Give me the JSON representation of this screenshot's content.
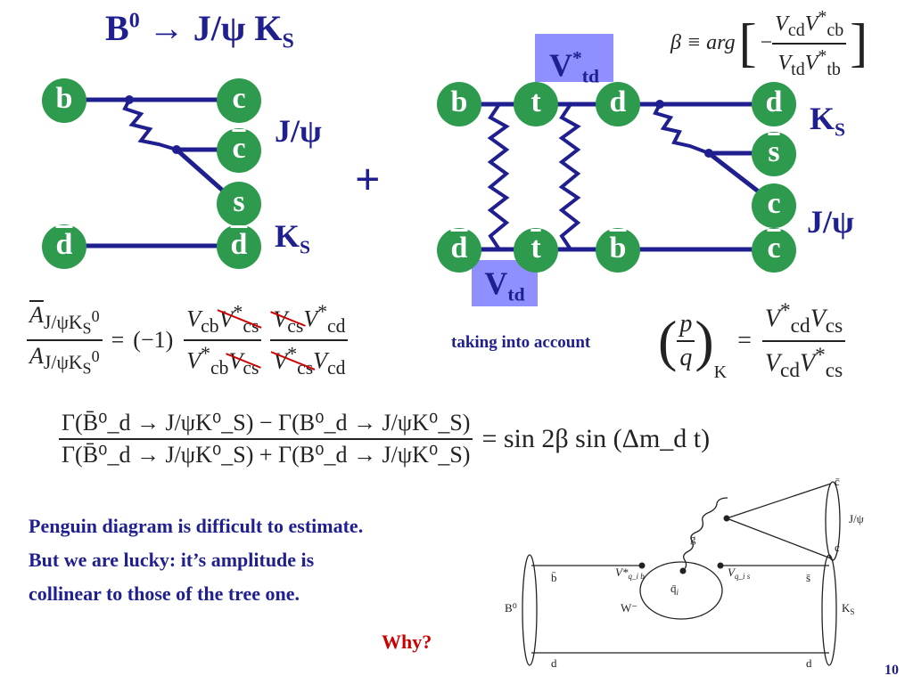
{
  "title": {
    "base": "B",
    "sup": "0",
    "arrow": "→",
    "jpsi": "J/ψ",
    "k": "K",
    "ksub": "S"
  },
  "beta_def": {
    "lhs": "β ≡ arg",
    "num": "V",
    "num_sub": "cd",
    "num2": "V",
    "num2_sub": "cb",
    "den": "V",
    "den_sub": "td",
    "den2": "V",
    "den2_sub": "tb",
    "star": "*",
    "minus": "−"
  },
  "tree_diagram": {
    "quarks": {
      "b": "b",
      "c": "c",
      "cbar": "c",
      "s": "s",
      "dbar_left": "d",
      "dbar_right": "d"
    },
    "labels": {
      "jpsi": "J/ψ",
      "ks": "K",
      "ks_sub": "S"
    }
  },
  "plus": "+",
  "box_diagram": {
    "vtd_star": {
      "v": "V",
      "star": "*",
      "sub": "td"
    },
    "vtd": {
      "v": "V",
      "sub": "td"
    },
    "quarks": {
      "b": "b",
      "t": "t",
      "d": "d",
      "dbar": "d",
      "tbar": "t",
      "bbar": "b",
      "d2": "d",
      "sbar": "s",
      "c": "c",
      "cbar": "c"
    },
    "labels": {
      "ks": "K",
      "ks_sub": "S",
      "jpsi": "J/ψ"
    }
  },
  "amp_ratio": {
    "lhs_num": "A",
    "lhs_den": "A",
    "lhs_sub": "J/ψK",
    "lhs_subsub": "S",
    "lhs_sup": "0",
    "eq": "=",
    "factor": "(−1)",
    "f1_num_a": "V",
    "f1_num_a_sub": "cb",
    "f1_num_b": "V",
    "f1_num_b_sub": "cs",
    "f1_den_a": "V",
    "f1_den_a_sub": "cb",
    "f1_den_b": "V",
    "f1_den_b_sub": "cs",
    "f2_num_a": "V",
    "f2_num_a_sub": "cs",
    "f2_num_b": "V",
    "f2_num_b_sub": "cd",
    "f2_den_a": "V",
    "f2_den_a_sub": "cs",
    "f2_den_b": "V",
    "f2_den_b_sub": "cd",
    "star": "*"
  },
  "taking_into_account": "taking into account",
  "pq_eq": {
    "p": "p",
    "q": "q",
    "sub": "K",
    "eq": "=",
    "num_a": "V",
    "num_a_sub": "cd",
    "num_b": "V",
    "num_b_sub": "cs",
    "den_a": "V",
    "den_a_sub": "cd",
    "den_b": "V",
    "den_b_sub": "cs",
    "star": "*"
  },
  "asym": {
    "num": "Γ(B̄⁰_d → J/ψK⁰_S) − Γ(B⁰_d → J/ψK⁰_S)",
    "den": "Γ(B̄⁰_d → J/ψK⁰_S) + Γ(B⁰_d → J/ψK⁰_S)",
    "rhs": "= sin 2β sin (Δm_d t)"
  },
  "note": {
    "line1": "Penguin diagram is difficult to estimate.",
    "line2": "But we are lucky: it’s amplitude is",
    "line3": "collinear to those of the tree one."
  },
  "why": "Why?",
  "penguin": {
    "cbar": "c̄",
    "jpsi": "J/ψ",
    "g": "g",
    "c": "c",
    "bbar": "b̄",
    "vq": "V*",
    "vq_sub": "q_i b",
    "qi": "q̄",
    "qi_sub": "i",
    "vqs": "V",
    "vqs_sub": "q_i s",
    "sbar": "s̄",
    "b0": "B⁰",
    "w": "W⁻",
    "ks": "K",
    "ks_sub": "S",
    "d_left": "d",
    "d_right": "d"
  },
  "page_number": "10",
  "colors": {
    "accent": "#1f1f8f",
    "quark_fill": "#2e9a4e",
    "vbox": "#8f8fff",
    "why": "#cc0000",
    "cross": "#cc0000"
  }
}
